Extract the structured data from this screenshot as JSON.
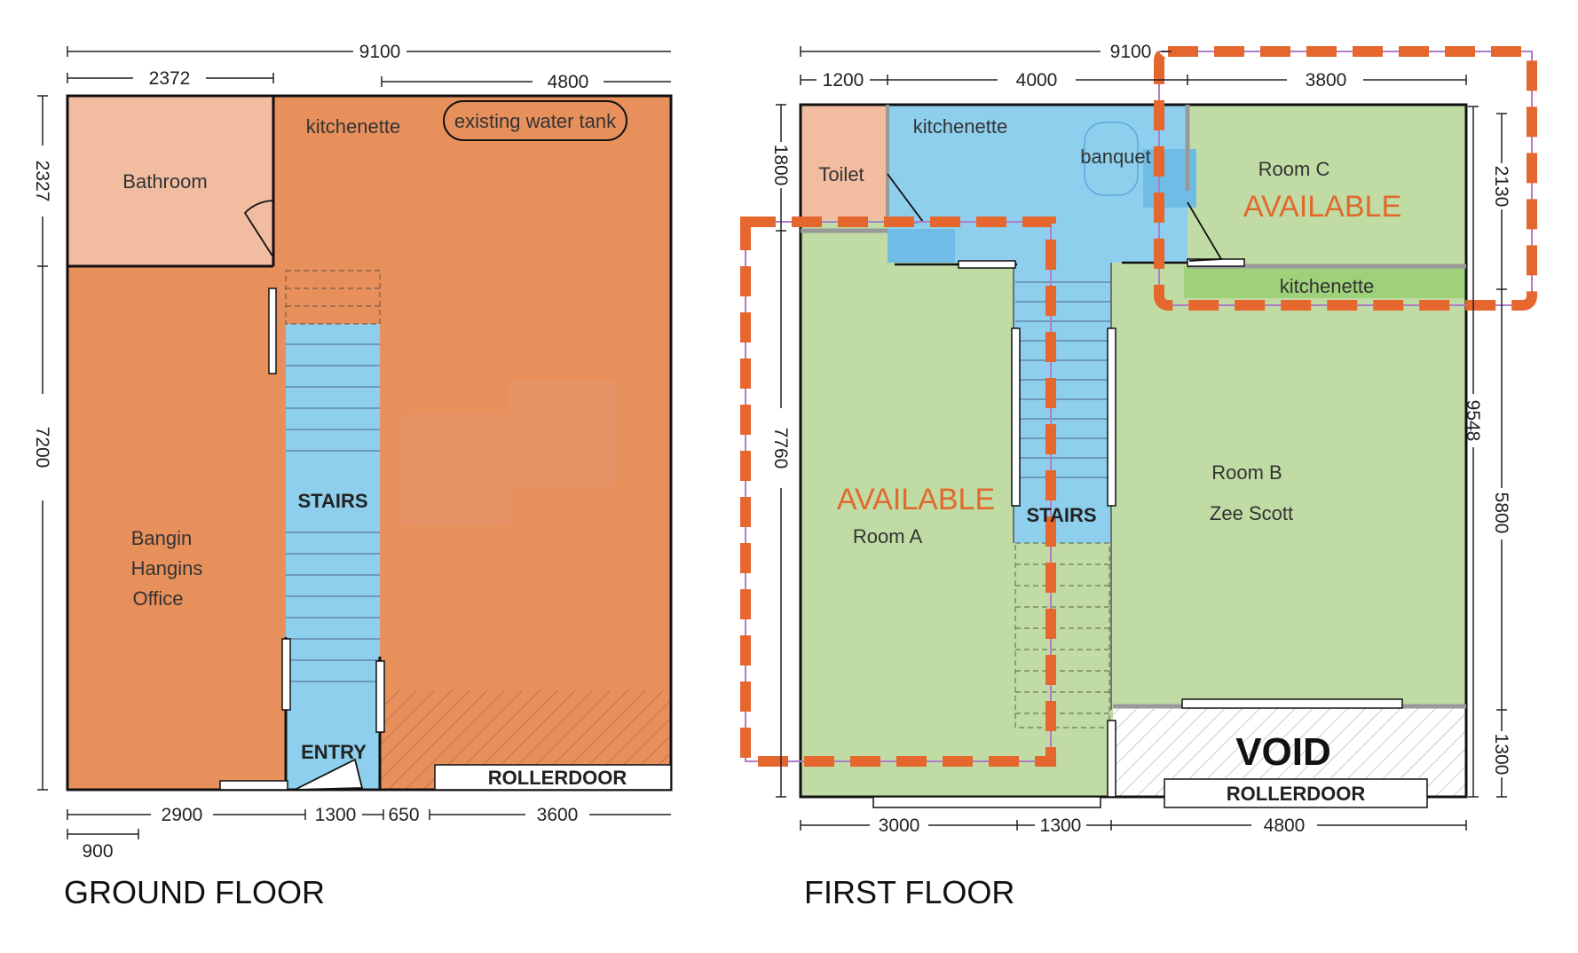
{
  "colors": {
    "ground_fill": "#e8905c",
    "bathroom_fill": "#f2bca0",
    "stairs_fill": "#8ecfee",
    "first_room_fill": "#c0dca4",
    "first_blue_fill": "#8ecfee",
    "toilet_fill": "#f2bca0",
    "kitchenette_c_fill": "#9fd07a",
    "available_text": "#e06a2e",
    "highlight_dash": "#e5672e",
    "zee_scott_text": "#62b5e2"
  },
  "ground_floor": {
    "caption": "GROUND FLOOR",
    "dims": {
      "top_total": "9100",
      "top_left": "2372",
      "top_right": "4800",
      "left_top": "2327",
      "left_bottom": "7200",
      "bottom_1": "2900",
      "bottom_2": "1300",
      "bottom_3": "650",
      "bottom_4": "3600",
      "bottom_small": "900"
    },
    "labels": {
      "bathroom": "Bathroom",
      "kitchenette": "kitchenette",
      "water_tank": "existing water tank",
      "stairs": "STAIRS",
      "office_line1": "Bangin",
      "office_line2": "Hangins",
      "office_line3": "Office",
      "entry": "ENTRY",
      "rollerdoor": "ROLLERDOOR"
    }
  },
  "first_floor": {
    "caption": "FIRST FLOOR",
    "dims": {
      "top_total": "9100",
      "top_1": "1200",
      "top_2": "4000",
      "top_3": "3800",
      "left_top": "1800",
      "left_main": "7760",
      "right_top": "2130",
      "right_total": "9548",
      "right_mid": "5800",
      "right_bottom": "1300",
      "bottom_1": "3000",
      "bottom_2": "1300",
      "bottom_3": "4800"
    },
    "labels": {
      "toilet": "Toilet",
      "kitchenette": "kitchenette",
      "banquet": "banquet",
      "room_c": "Room C",
      "available_c": "AVAILABLE",
      "kitchenette_c": "kitchenette",
      "available_a": "AVAILABLE",
      "room_a": "Room A",
      "stairs": "STAIRS",
      "room_b": "Room B",
      "room_b_tenant": "Zee Scott",
      "void": "VOID",
      "rollerdoor": "ROLLERDOOR"
    }
  }
}
